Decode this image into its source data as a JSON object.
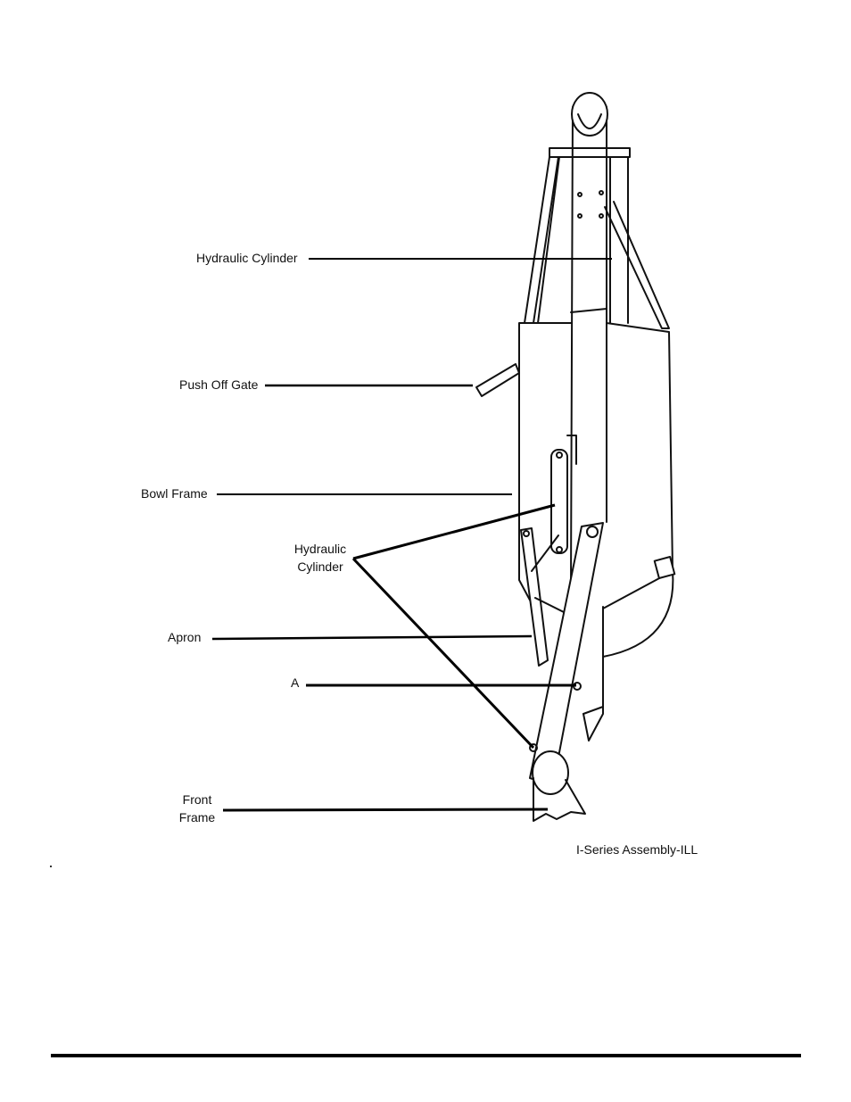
{
  "figure": {
    "caption": "I-Series Assembly-ILL",
    "labels": {
      "hydraulic_cylinder_top": "Hydraulic Cylinder",
      "push_off_gate": "Push Off Gate",
      "bowl_frame": "Bowl Frame",
      "hydraulic_cylinder_mid_line1": "Hydraulic",
      "hydraulic_cylinder_mid_line2": "Cylinder",
      "apron": "Apron",
      "point_a": "A",
      "front_frame_line1": "Front",
      "front_frame_line2": "Frame"
    }
  },
  "colors": {
    "ink": "#111111",
    "paper": "#ffffff",
    "rule": "#000000"
  }
}
